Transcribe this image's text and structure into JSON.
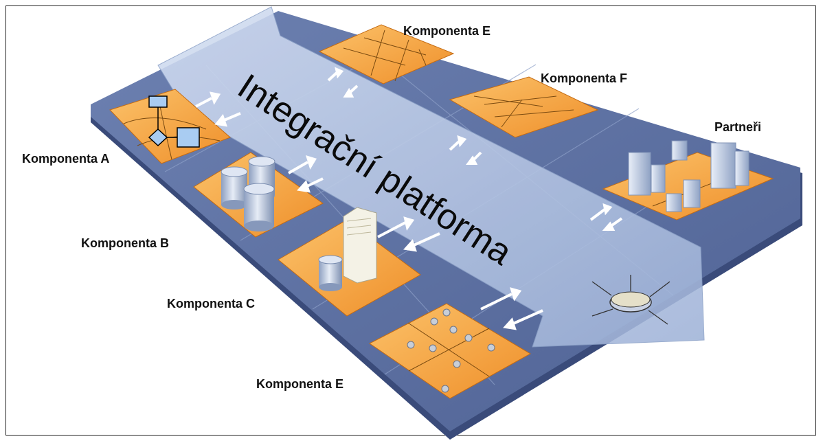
{
  "diagram": {
    "title": "Integrační platforma",
    "components": [
      {
        "id": "a",
        "label": "Komponenta A"
      },
      {
        "id": "b",
        "label": "Komponenta B"
      },
      {
        "id": "c",
        "label": "Komponenta C"
      },
      {
        "id": "e2",
        "label": "Komponenta E"
      },
      {
        "id": "e1",
        "label": "Komponenta E"
      },
      {
        "id": "f",
        "label": "Komponenta F"
      },
      {
        "id": "p",
        "label": "Partneři"
      }
    ]
  },
  "colors": {
    "board_top": "#5a6e9c",
    "board_side": "#3f5080",
    "tile_orange": "#f4a446",
    "tile_orange_dark": "#e07f1e",
    "arrow_fill": "#b7c8e6",
    "label_text": "#111111"
  }
}
